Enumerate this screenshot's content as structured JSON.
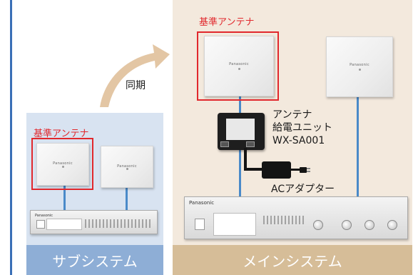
{
  "sub_system": {
    "title": "サブシステム",
    "reference_antenna_label": "基準アンテナ",
    "rack_brand": "Panasonic"
  },
  "main_system": {
    "title": "メインシステム",
    "reference_antenna_label": "基準アンテナ",
    "rack_brand": "Panasonic"
  },
  "sync_label": "同期",
  "antenna_brand": "Panasonic",
  "power_unit": {
    "line1": "アンテナ",
    "line2": "給電ユニット",
    "line3": "WX-SA001"
  },
  "ac_adapter_label": "ACアダプター",
  "colors": {
    "accent_red": "#e1282d",
    "cable_blue": "#4a8ac9",
    "sub_panel_bg": "#d8e3f1",
    "sub_footer_bg": "#8eaed6",
    "main_panel_bg": "#f3e9dd",
    "main_footer_bg": "#d6bd98",
    "left_rule": "#3a6fb7"
  }
}
